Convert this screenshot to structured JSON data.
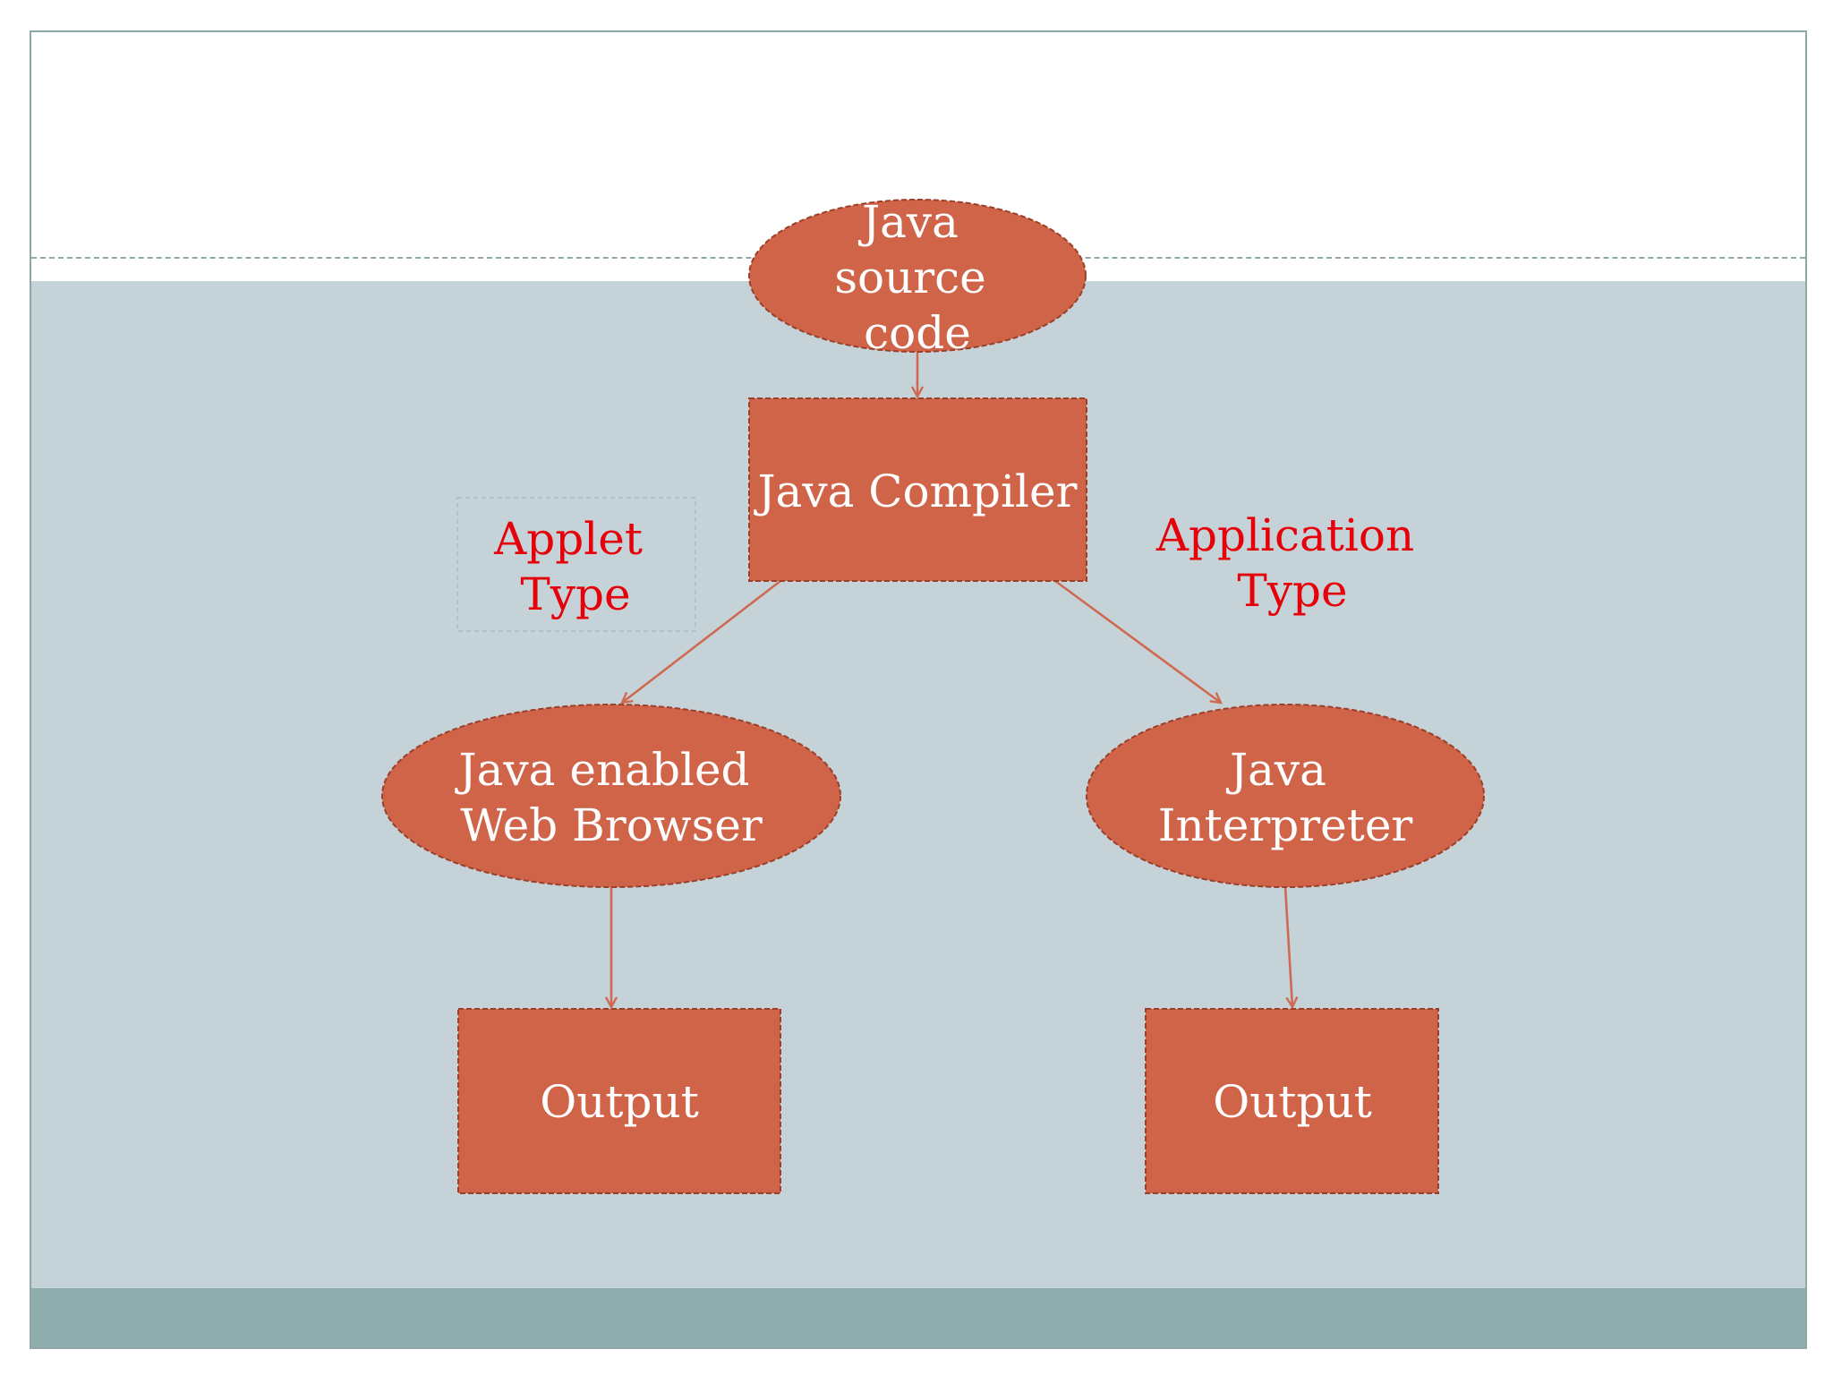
{
  "colors": {
    "node_fill": "#d06449",
    "node_stroke": "#9b3f29",
    "arrow": "#cf6a52",
    "node_text": "#ffffff",
    "type_text": "#e5000a",
    "slide_body": "#c5d2d7",
    "slide_footer": "#8eadac"
  },
  "nodes": {
    "source": {
      "lines": [
        "Java",
        "source",
        "code"
      ]
    },
    "compiler": {
      "lines": [
        "Java Compiler"
      ]
    },
    "browser": {
      "lines": [
        "Java enabled",
        "Web Browser"
      ]
    },
    "interpreter": {
      "lines": [
        "Java",
        "Interpreter"
      ]
    },
    "output_left": {
      "lines": [
        "Output"
      ]
    },
    "output_right": {
      "lines": [
        "Output"
      ]
    }
  },
  "labels": {
    "applet": {
      "lines": [
        "Applet",
        "Type"
      ]
    },
    "application": {
      "lines": [
        "Application",
        "Type"
      ]
    }
  }
}
